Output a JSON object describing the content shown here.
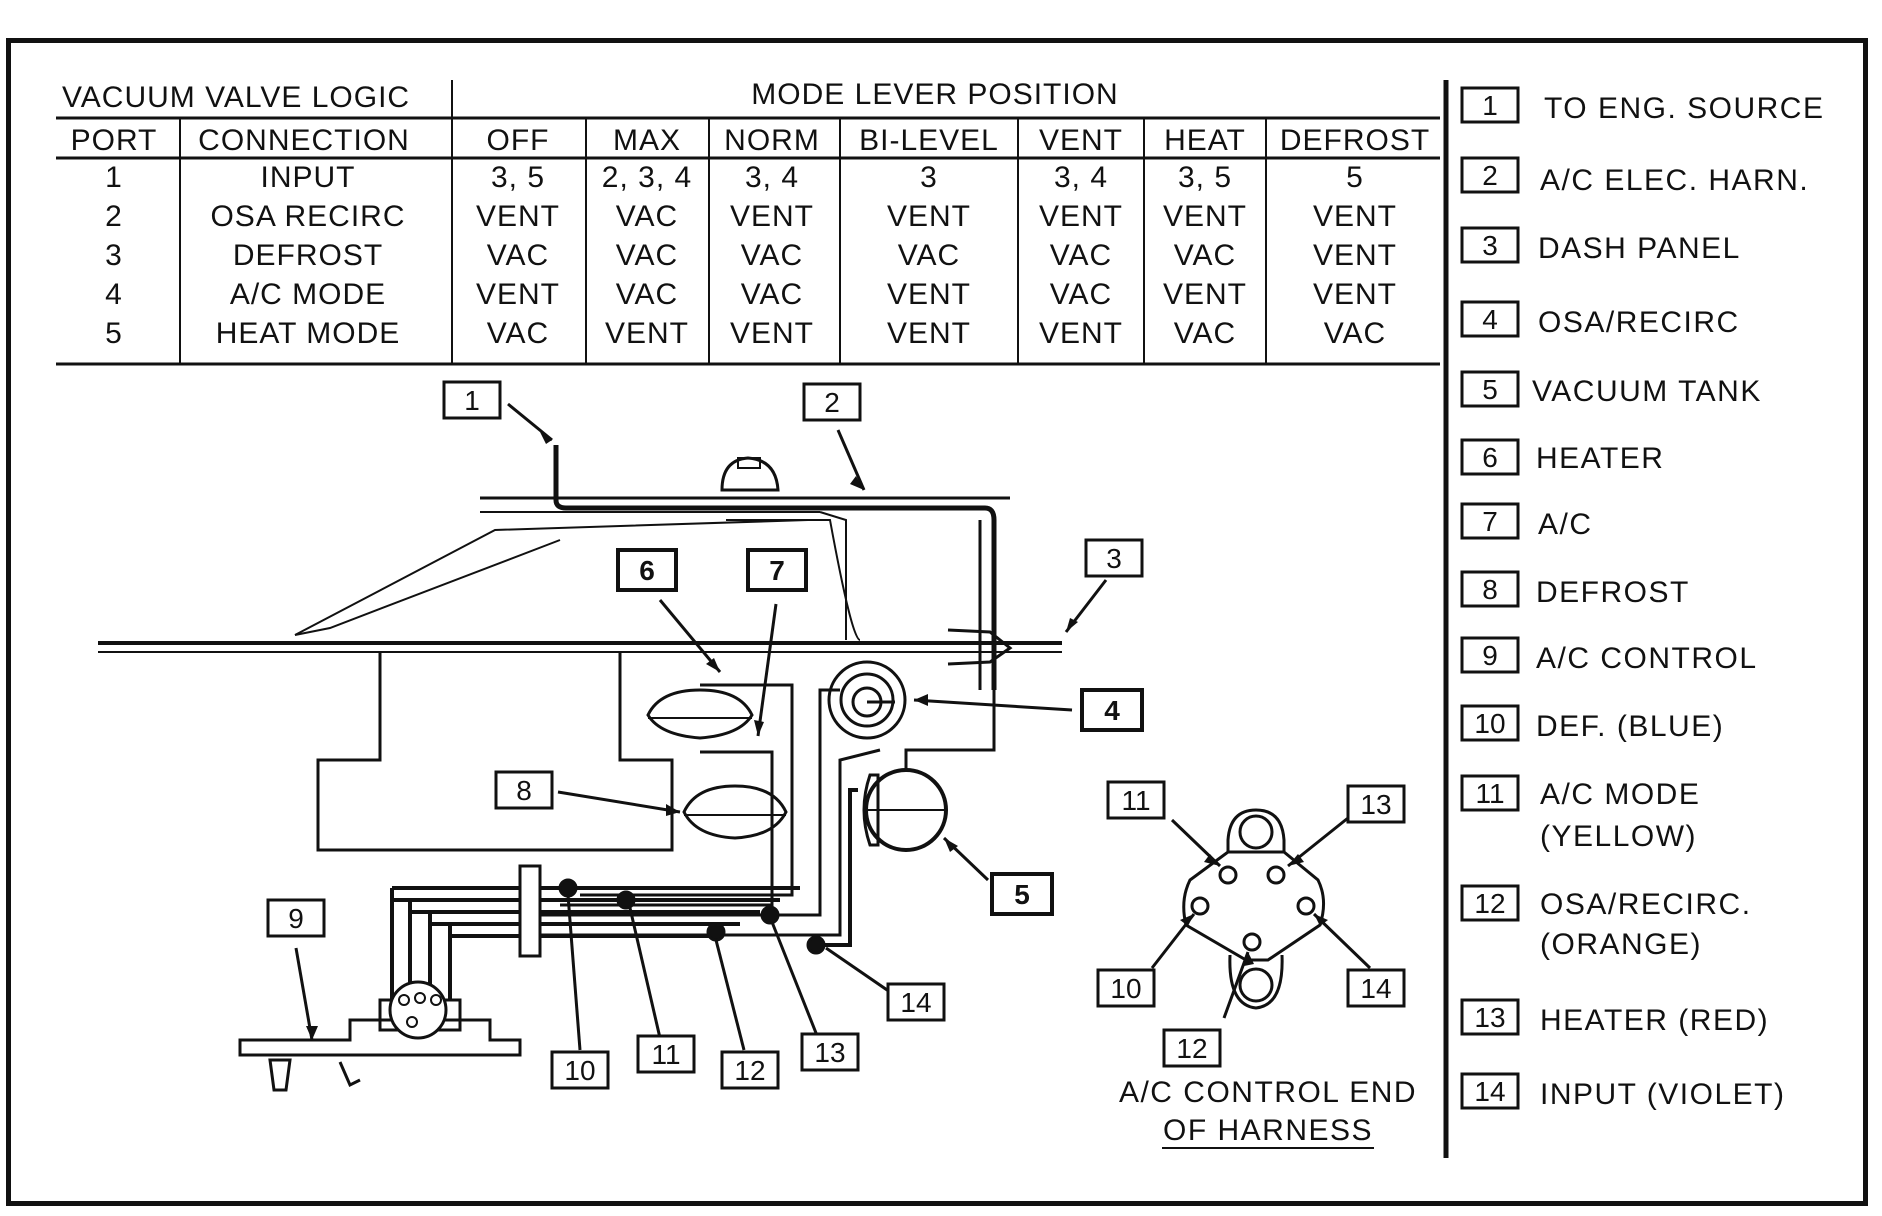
{
  "table": {
    "title": "VACUUM VALVE LOGIC",
    "mode_header": "MODE LEVER POSITION",
    "col_port": "PORT",
    "col_connection": "CONNECTION",
    "modes": [
      "OFF",
      "MAX",
      "NORM",
      "BI-LEVEL",
      "VENT",
      "HEAT",
      "DEFROST"
    ],
    "rows": [
      {
        "port": "1",
        "connection": "INPUT",
        "values": [
          "3, 5",
          "2, 3, 4",
          "3, 4",
          "3",
          "3, 4",
          "3, 5",
          "5"
        ]
      },
      {
        "port": "2",
        "connection": "OSA RECIRC",
        "values": [
          "VENT",
          "VAC",
          "VENT",
          "VENT",
          "VENT",
          "VENT",
          "VENT"
        ]
      },
      {
        "port": "3",
        "connection": "DEFROST",
        "values": [
          "VAC",
          "VAC",
          "VAC",
          "VAC",
          "VAC",
          "VAC",
          "VENT"
        ]
      },
      {
        "port": "4",
        "connection": "A/C MODE",
        "values": [
          "VENT",
          "VAC",
          "VAC",
          "VENT",
          "VAC",
          "VENT",
          "VENT"
        ]
      },
      {
        "port": "5",
        "connection": "HEAT MODE",
        "values": [
          "VAC",
          "VENT",
          "VENT",
          "VENT",
          "VENT",
          "VAC",
          "VAC"
        ]
      }
    ]
  },
  "callouts": {
    "c1": "1",
    "c2": "2",
    "c3": "3",
    "c4": "4",
    "c5": "5",
    "c6": "6",
    "c7": "7",
    "c8": "8",
    "c9": "9",
    "c10": "10",
    "c11": "11",
    "c12": "12",
    "c13": "13",
    "c14": "14"
  },
  "connector_callouts": {
    "c10": "10",
    "c11": "11",
    "c12": "12",
    "c13": "13",
    "c14": "14"
  },
  "connector_caption": {
    "line1": "A/C CONTROL END",
    "line2": "OF HARNESS"
  },
  "legend": [
    {
      "num": "1",
      "text": "TO ENG. SOURCE"
    },
    {
      "num": "2",
      "text": "A/C ELEC. HARN."
    },
    {
      "num": "3",
      "text": "DASH PANEL"
    },
    {
      "num": "4",
      "text": "OSA/RECIRC"
    },
    {
      "num": "5",
      "text": "VACUUM TANK"
    },
    {
      "num": "6",
      "text": "HEATER"
    },
    {
      "num": "7",
      "text": "A/C"
    },
    {
      "num": "8",
      "text": "DEFROST"
    },
    {
      "num": "9",
      "text": "A/C CONTROL"
    },
    {
      "num": "10",
      "text": "DEF. (BLUE)"
    },
    {
      "num": "11",
      "text": "A/C MODE",
      "text2": "(YELLOW)"
    },
    {
      "num": "12",
      "text": "OSA/RECIRC.",
      "text2": "(ORANGE)"
    },
    {
      "num": "13",
      "text": "HEATER (RED)"
    },
    {
      "num": "14",
      "text": "INPUT (VIOLET)"
    }
  ]
}
